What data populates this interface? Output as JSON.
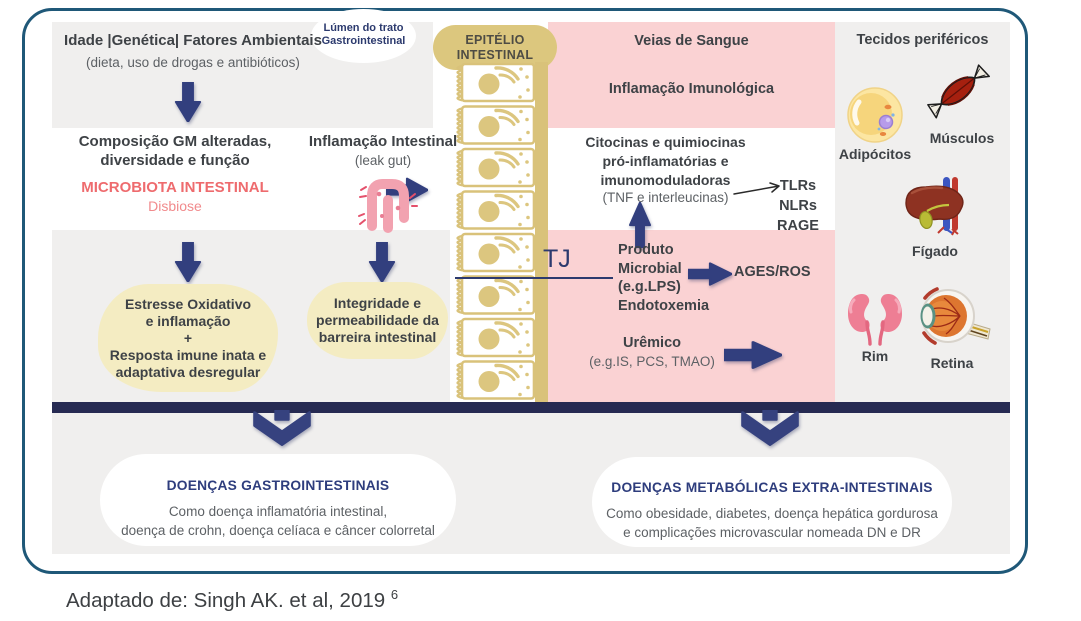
{
  "caption": {
    "text": "Adaptado de: Singh AK. et al, 2019",
    "superscript": "6"
  },
  "lumen": {
    "line1": "Lúmen do trato",
    "line2": "Gastrointestinal"
  },
  "epithelium": {
    "title1": "EPITÉLIO",
    "title2": "INTESTINAL",
    "tj": "TJ"
  },
  "left": {
    "factors_title": "Idade |Genética| Fatores Ambientais",
    "factors_sub": "(dieta, uso de drogas e antibióticos)",
    "comp1": "Composição GM alteradas,",
    "comp2": "diversidade e função",
    "microbiota": "MICROBIOTA INTESTINAL",
    "dysbiosis": "Disbiose",
    "infl_title": "Inflamação Intestinal",
    "infl_sub": "(leak gut)",
    "stress": [
      "Estresse Oxidativo",
      "e inflamação",
      "+",
      "Resposta imune inata e",
      "adaptativa desregular"
    ],
    "integrity": [
      "Integridade e",
      "permeabilidade da",
      "barreira intestinal"
    ]
  },
  "blood": {
    "veins": "Veias de Sangue",
    "immune": "Inflamação Imunológica",
    "cyt": [
      "Citocinas e quimiocinas",
      "pró-inflamatórias e",
      "imunomoduladoras"
    ],
    "cyt_sub": "(TNF e interleucinas)",
    "receptors": [
      "TLRs",
      "NLRs",
      "RAGE"
    ],
    "microbial": [
      "Produto",
      "Microbial",
      "(e.g.LPS)",
      "Endotoxemia"
    ],
    "ages": "AGES/ROS",
    "uremic": "Urêmico",
    "uremic_sub": "(e.g.IS, PCS, TMAO)"
  },
  "tissues": {
    "title": "Tecidos periféricos",
    "items": [
      {
        "label": "Adipócitos"
      },
      {
        "label": "Músculos"
      },
      {
        "label": "Fígado"
      },
      {
        "label": "Rim"
      },
      {
        "label": "Retina"
      }
    ]
  },
  "outcomes": {
    "gi": {
      "title": "DOENÇAS GASTROINTESTINAIS",
      "line1": "Como doença inflamatória intestinal,",
      "line2": "doença de crohn, doença celíaca e câncer colorretal"
    },
    "met": {
      "title": "DOENÇAS METABÓLICAS EXTRA-INTESTINAIS",
      "line1": "Como obesidade, diabetes, doença hepática gordurosa",
      "line2": "e complicações microvascular nomeada DN e DR"
    }
  },
  "colors": {
    "frame_border": "#1f5878",
    "gray_band": "#f0efee",
    "pink_band": "#fad2d3",
    "tan": "#dcc77e",
    "navy_arrow": "#323f7e",
    "divider_bar": "#262a52",
    "salmon": "#ee6b6e",
    "yellow_blob": "#f4ecc2",
    "title_navy": "#2e3d7d"
  }
}
